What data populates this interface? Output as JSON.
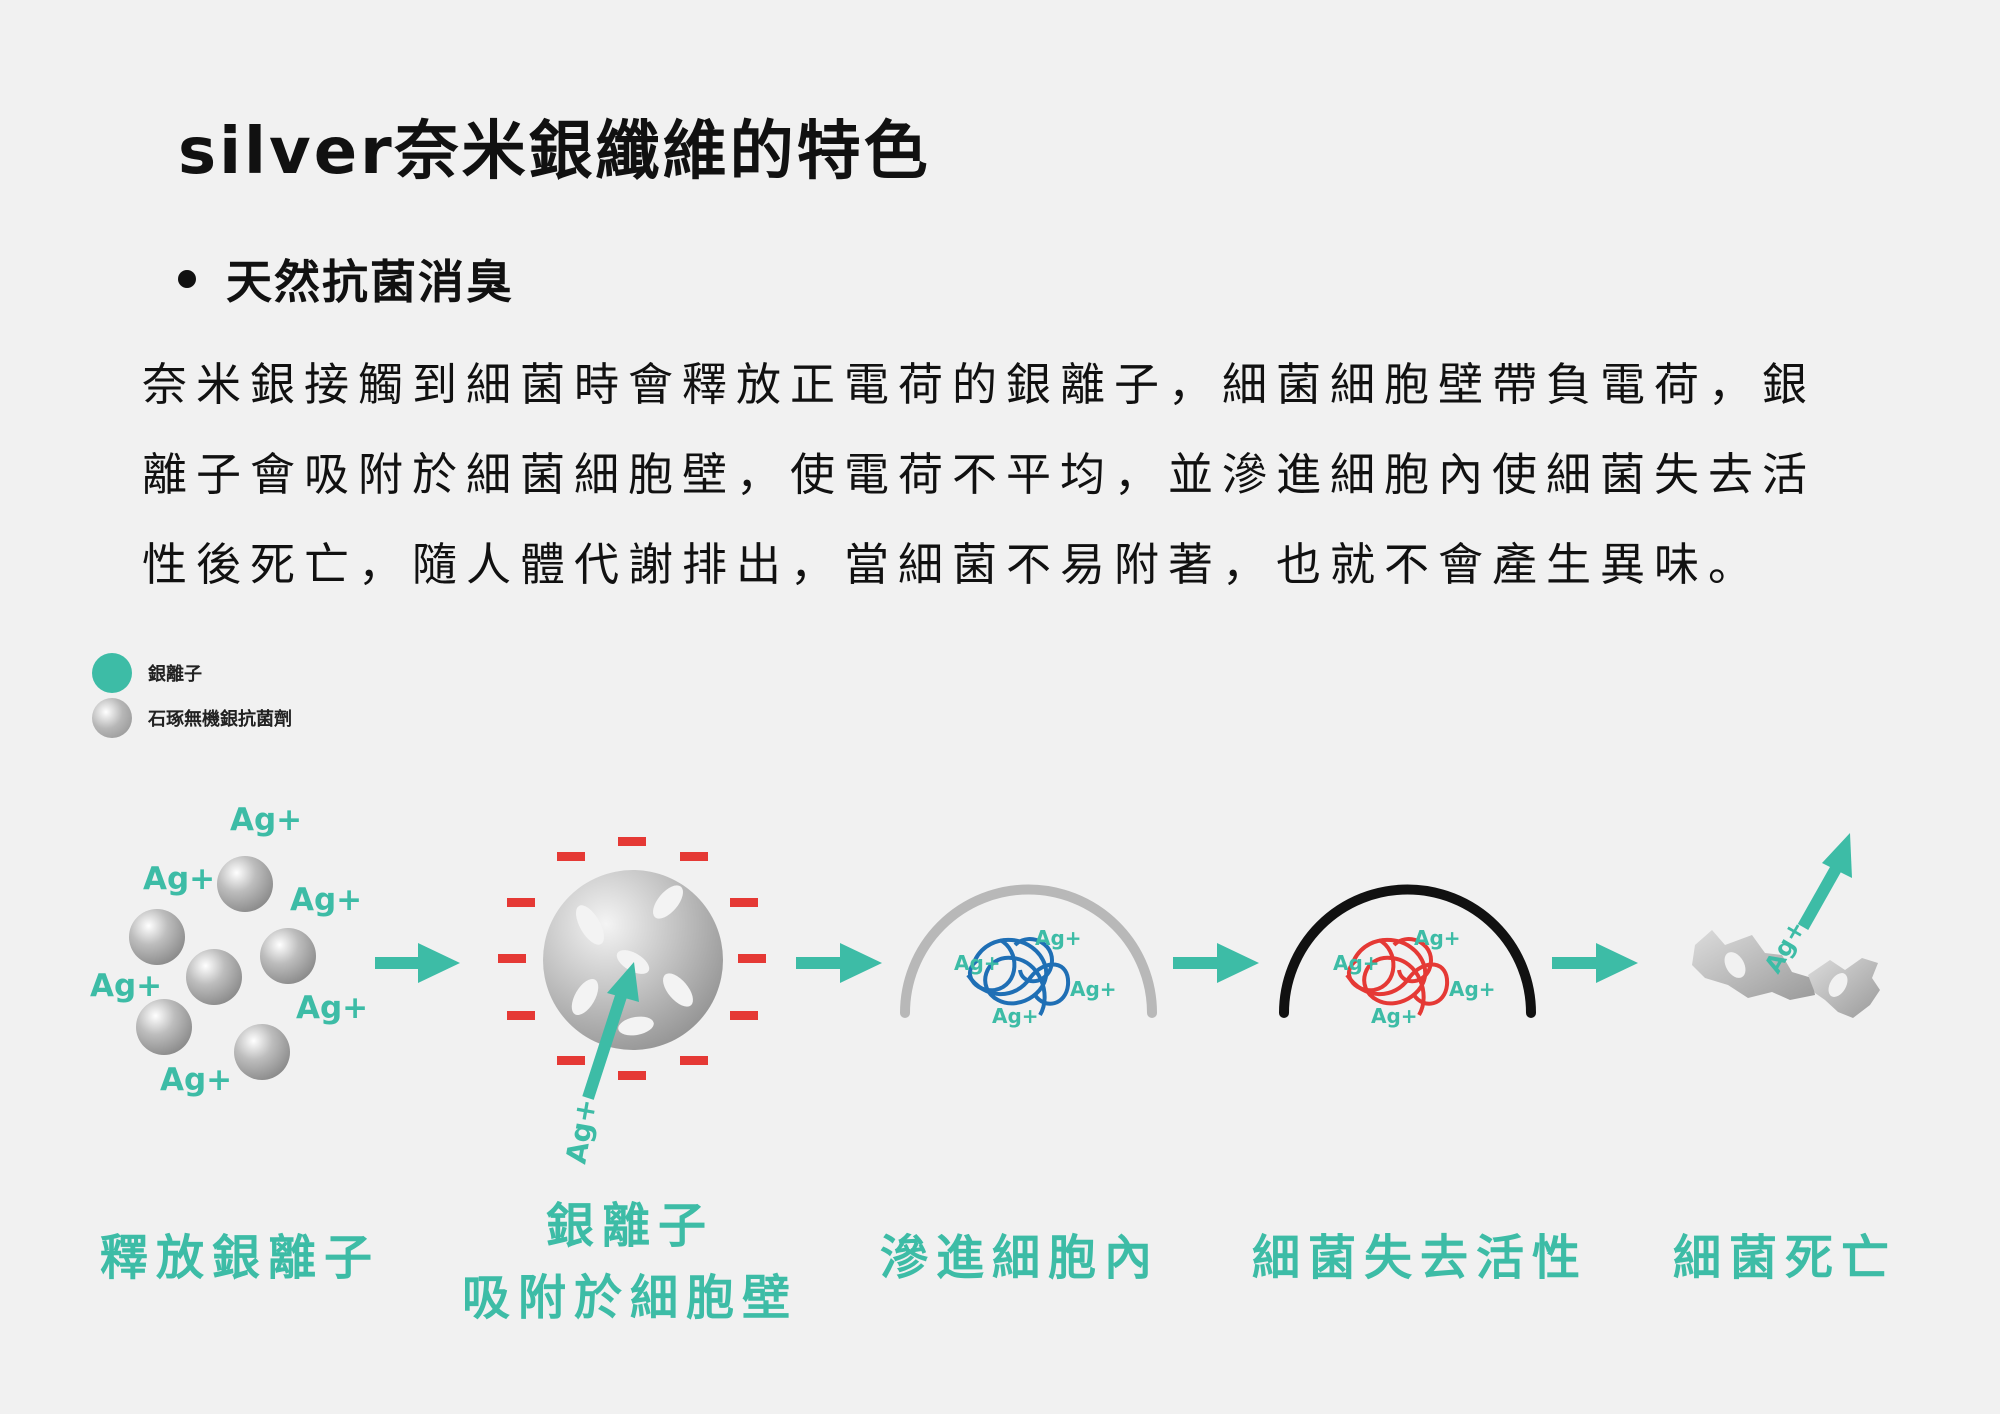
{
  "title": "silver奈米銀纖維的特色",
  "bullet": "天然抗菌消臭",
  "paragraph_lines": [
    "奈米銀接觸到細菌時會釋放正電荷的銀離子，細菌細胞壁帶負電荷，銀",
    "離子會吸附於細菌細胞壁，使電荷不平均，並滲進細胞內使細菌失去活",
    "性後死亡，隨人體代謝排出，當細菌不易附著，也就不會產生異味。"
  ],
  "legend": [
    {
      "label": "銀離子",
      "color": "#3dbca6",
      "icon": "teal-dot-icon"
    },
    {
      "label": "石琢無機銀抗菌劑",
      "color": "#aaaaaa",
      "icon": "grey-sphere-icon"
    }
  ],
  "ag_label": "Ag+",
  "stages": [
    {
      "lines": [
        "釋放銀離子"
      ]
    },
    {
      "lines": [
        "銀離子",
        "吸附於細胞壁"
      ]
    },
    {
      "lines": [
        "滲進細胞內"
      ]
    },
    {
      "lines": [
        "細菌失去活性"
      ]
    },
    {
      "lines": [
        "細菌死亡"
      ]
    }
  ],
  "colors": {
    "accent": "#3dbca6",
    "negative_charge": "#e53935",
    "active_bacteria": "#1f6fb5",
    "inactive_bacteria": "#e53935"
  }
}
